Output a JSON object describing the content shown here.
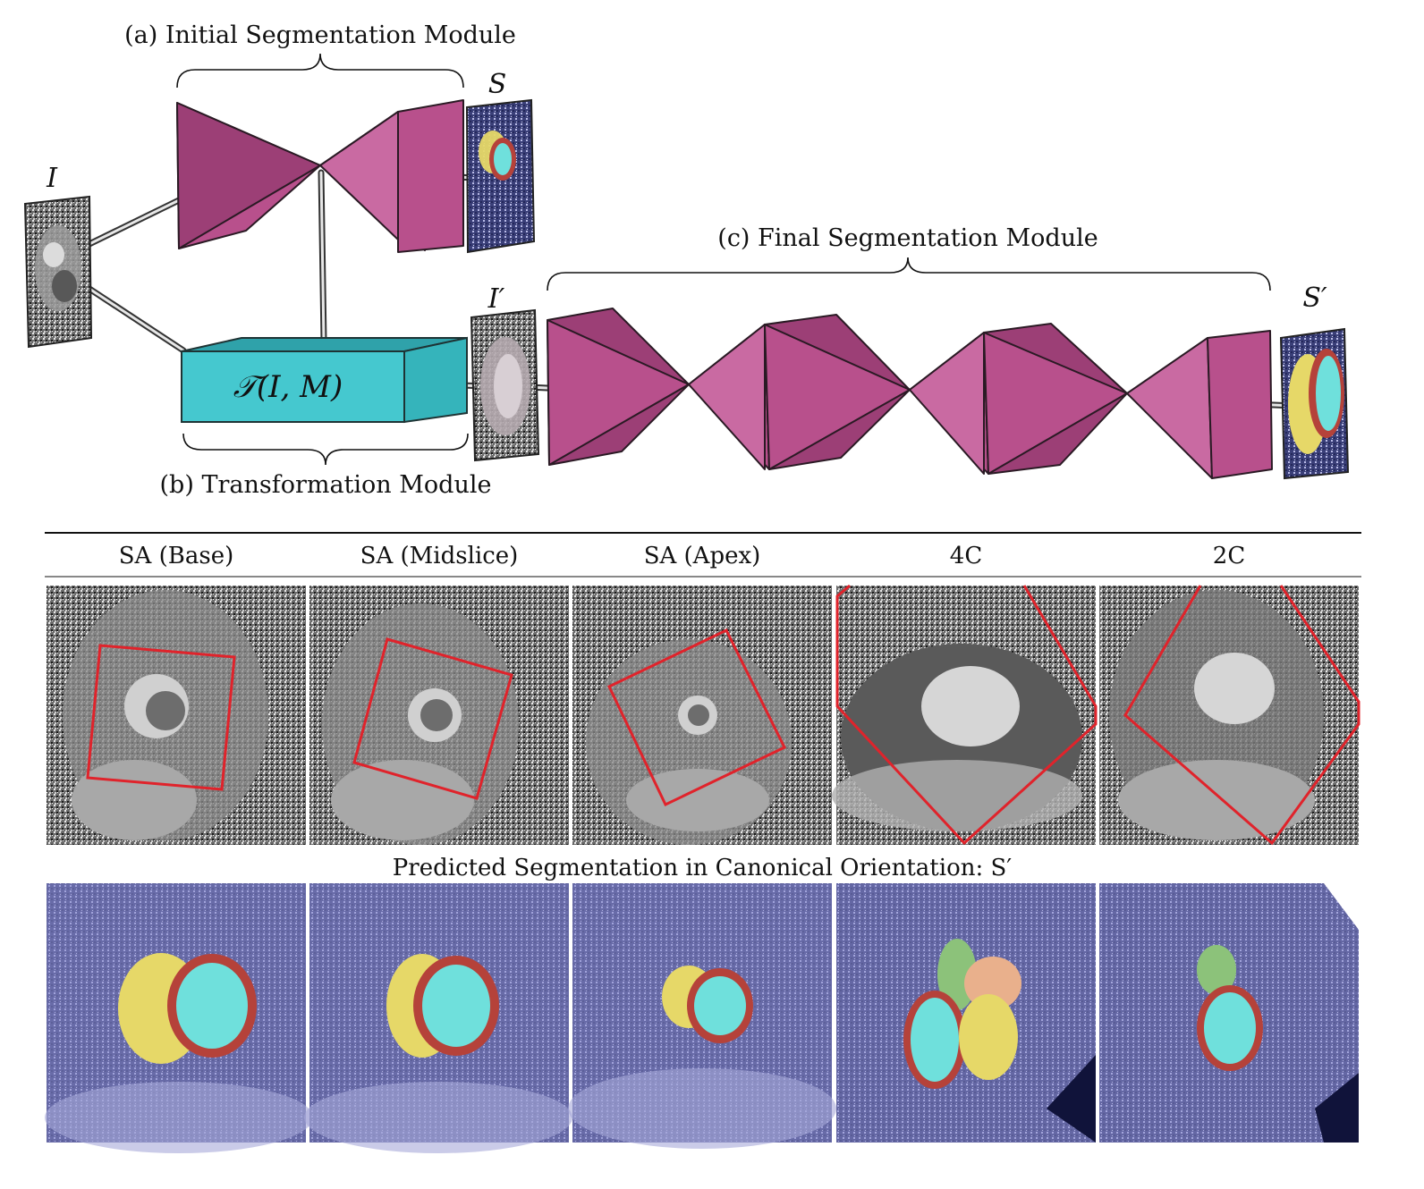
{
  "labels": {
    "initial_module": "(a) Initial Segmentation Module",
    "transformation_module": "(b) Transformation Module",
    "final_module": "(c) Final Segmentation Module",
    "input_image": "I",
    "initial_seg": "S",
    "transformed_image": "I′",
    "final_seg": "S′",
    "transform_fn": "𝒯(I, M)"
  },
  "table": {
    "headers": [
      "SA (Base)",
      "SA (Midslice)",
      "SA (Apex)",
      "4C",
      "2C"
    ],
    "caption": "Predicted Segmentation in Canonical Orientation: S′"
  },
  "colors": {
    "encoder_decoder": "#b8508c",
    "transform_block": "#45c8cf",
    "roi_box": "#e0232b",
    "overlay": "#8e8fd0",
    "left_ventricle": "#6fe0dc",
    "myocardium": "#b5423a",
    "right_ventricle": "#e6d868",
    "left_atrium": "#8cc27a",
    "right_atrium": "#e9b08c"
  }
}
